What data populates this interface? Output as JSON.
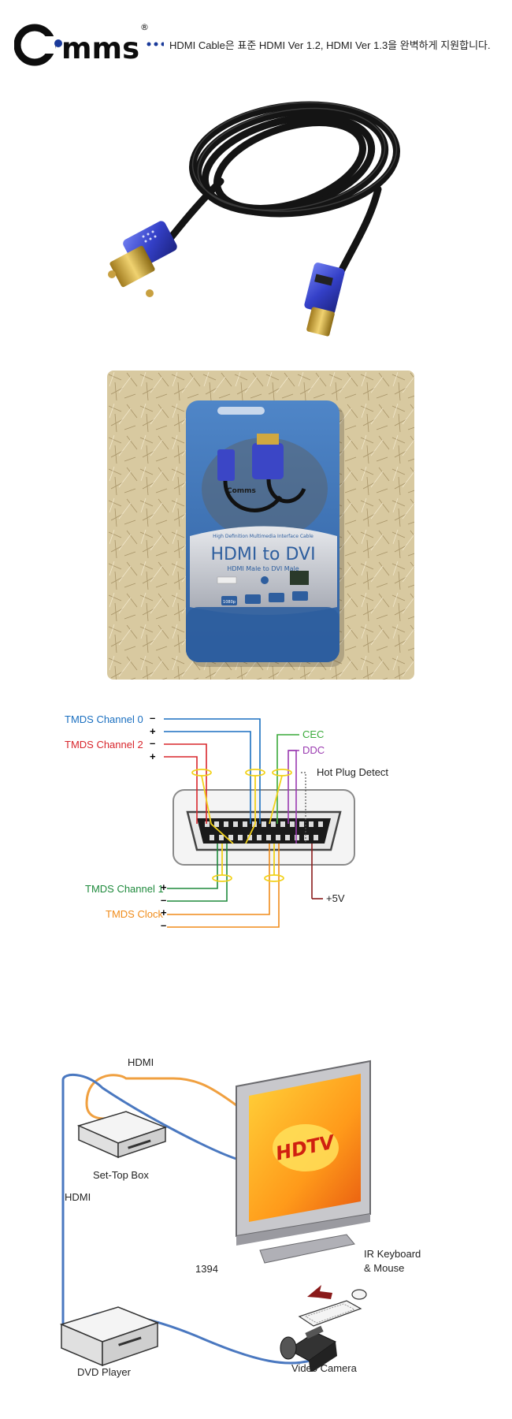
{
  "header": {
    "brand": "Comms",
    "tagline": "HDMI Cable은 표준 HDMI Ver 1.2, HDMI Ver 1.3을 완벽하게 지원합니다."
  },
  "package": {
    "brand": "Comms",
    "tagline": "High Definition Multimedia Interface Cable",
    "title": "HDMI to DVI",
    "subtitle": "HDMI Male to DVI Male",
    "badge": "1080p"
  },
  "pinout": {
    "labels": {
      "tmds0": "TMDS Channel 0",
      "tmds2": "TMDS Channel 2",
      "tmds1": "TMDS Channel 1",
      "clock": "TMDS Clock",
      "cec": "CEC",
      "ddc": "DDC",
      "hpd": "Hot Plug Detect",
      "plus5v": "+5V"
    },
    "signs": {
      "minus": "–",
      "plus": "+"
    },
    "colors": {
      "tmds0": "#1a6fc0",
      "tmds2": "#d8262c",
      "tmds1": "#1e8a3c",
      "clock": "#f08c1a",
      "cec": "#3aaa3a",
      "ddc": "#9a3ab0",
      "plus5v": "#8a1a1a",
      "shield": "#f2d21a"
    }
  },
  "connection": {
    "tv_text": "HDTV",
    "labels": {
      "hdmi_top": "HDMI",
      "settop": "Set-Top Box",
      "hdmi_left": "HDMI",
      "dvd": "DVD Player",
      "ieee": "1394",
      "camera": "Video Camera",
      "keyboard": "IR Keyboard\n& Mouse"
    },
    "colors": {
      "orange_cable": "#f0a040",
      "blue_cable": "#4a78c0"
    }
  }
}
